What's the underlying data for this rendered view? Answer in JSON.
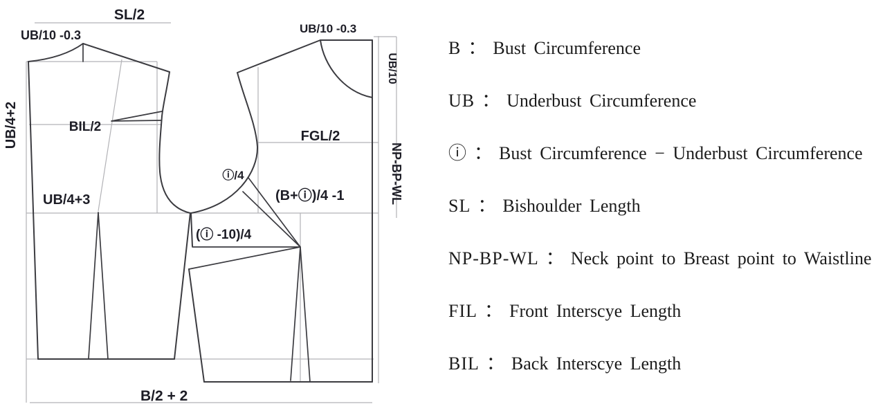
{
  "diagram": {
    "labels": {
      "sl2": "SL/2",
      "ub10_03_left": "UB/10 -0.3",
      "ub10_03_right": "UB/10 -0.3",
      "ub4_2": "UB/4+2",
      "bil2": "BIL/2",
      "ub4_3": "UB/4+3",
      "fgl2": "FGL/2",
      "i4": "ⓘ/4",
      "b_i_4_1": "(B+ⓘ)/4 -1",
      "i_10_4": "(ⓘ -10)/4",
      "b2_2": "B/2 + 2",
      "ub10_side": "UB/10",
      "np_bp_wl": "NP-BP-WL"
    },
    "colors": {
      "outline": "#3b3b40",
      "guide": "#b2b2b6",
      "label_text": "#1d1d26"
    }
  },
  "legend": {
    "separator": "：",
    "items": [
      {
        "abbr": "B",
        "desc": "Bust Circumference"
      },
      {
        "abbr": "UB",
        "desc": "Underbust Circumference"
      },
      {
        "abbr": "ⓘ",
        "desc": "Bust Circumference − Underbust Circumference"
      },
      {
        "abbr": "SL",
        "desc": "Bishoulder Length"
      },
      {
        "abbr": "NP-BP-WL",
        "desc": "Neck point to Breast point to Waistline"
      },
      {
        "abbr": "FIL",
        "desc": "Front Interscye Length"
      },
      {
        "abbr": "BIL",
        "desc": "Back Interscye Length"
      }
    ]
  }
}
